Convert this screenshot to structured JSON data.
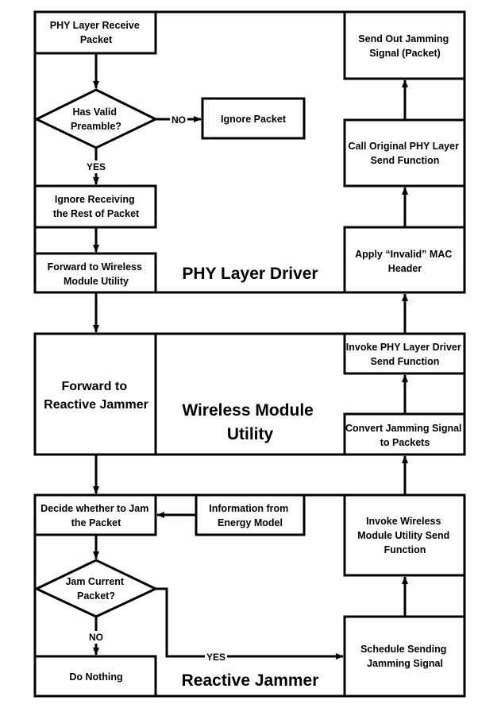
{
  "sections": {
    "phy_driver": "PHY Layer Driver",
    "wireless_utility_line1": "Wireless Module",
    "wireless_utility_line2": "Utility",
    "reactive_jammer": "Reactive Jammer"
  },
  "nodes": {
    "phy_receive": [
      "PHY Layer Receive",
      "Packet"
    ],
    "valid_preamble": [
      "Has Valid",
      "Preamble?"
    ],
    "ignore_packet": [
      "Ignore Packet"
    ],
    "ignore_rest": [
      "Ignore Receiving",
      "the Rest of Packet"
    ],
    "forward_wireless": [
      "Forward to Wireless",
      "Module Utility"
    ],
    "send_out_jamming": [
      "Send Out Jamming",
      "Signal (Packet)"
    ],
    "call_original_phy": [
      "Call Original PHY Layer",
      "Send Function"
    ],
    "apply_invalid_mac": [
      "Apply “Invalid” MAC",
      "Header"
    ],
    "forward_reactive": [
      "Forward to",
      "Reactive Jammer"
    ],
    "invoke_phy_send": [
      "Invoke PHY Layer Driver",
      "Send Function"
    ],
    "convert_jamming": [
      "Convert Jamming Signal",
      "to Packets"
    ],
    "decide_jam": [
      "Decide whether to Jam",
      "the Packet"
    ],
    "energy_model": [
      "Information from",
      "Energy Model"
    ],
    "jam_current": [
      "Jam Current",
      "Packet?"
    ],
    "do_nothing": [
      "Do Nothing"
    ],
    "invoke_wireless_send": [
      "Invoke Wireless",
      "Module Utility Send",
      "Function"
    ],
    "schedule_sending": [
      "Schedule Sending",
      "Jamming Signal"
    ]
  },
  "edge_labels": {
    "no_ignore": "NO",
    "yes_ignore_rest": "YES",
    "no_nothing": "NO",
    "yes_schedule": "YES"
  }
}
